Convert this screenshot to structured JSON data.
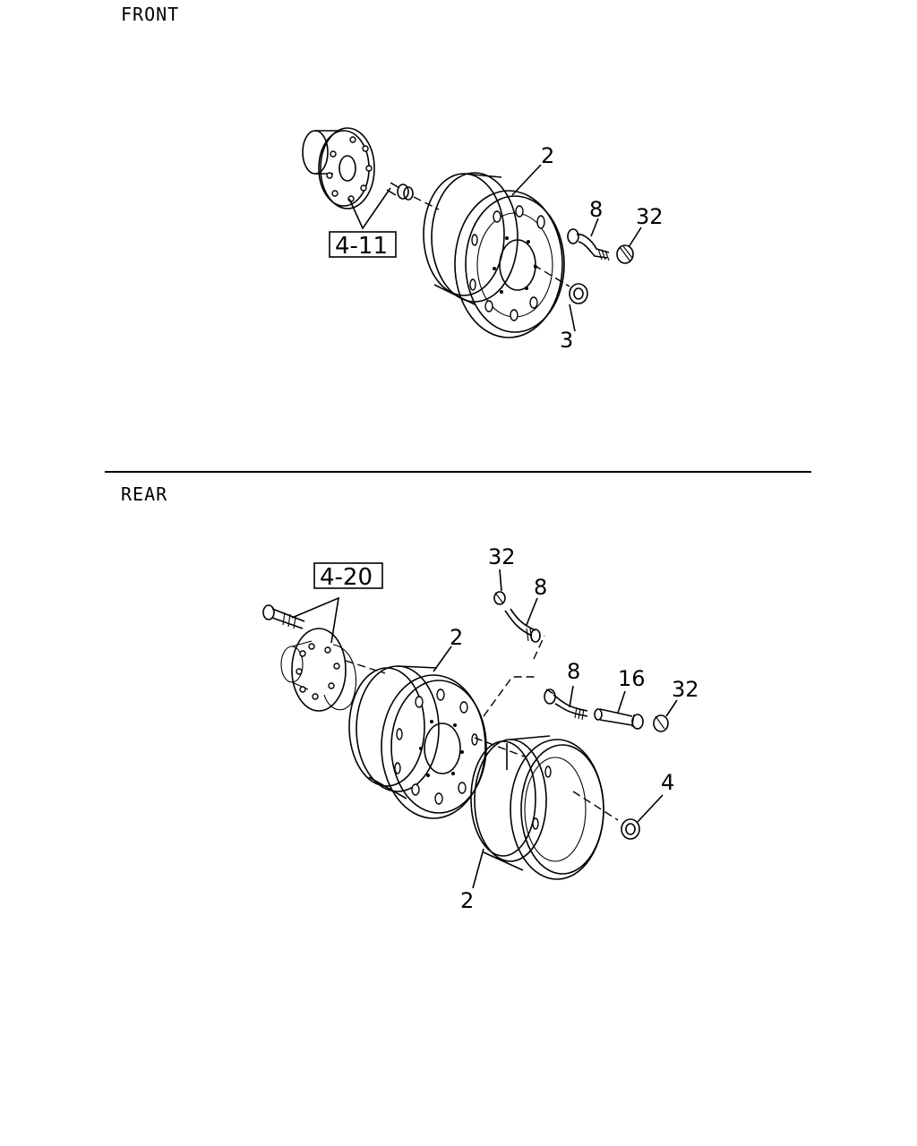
{
  "sections": {
    "front": {
      "title": "FRONT"
    },
    "rear": {
      "title": "REAR"
    }
  },
  "front_callouts": {
    "wheel": "2",
    "valve_ext": "8",
    "valve_cap": "32",
    "nut": "3",
    "ref_box": "4-11"
  },
  "rear_callouts": {
    "cap_top": "32",
    "ext_top": "8",
    "outer_wheel": "2",
    "ext_mid": "8",
    "ext_16": "16",
    "cap_right": "32",
    "nut": "4",
    "inner_wheel": "2",
    "ref_box": "4-20"
  }
}
